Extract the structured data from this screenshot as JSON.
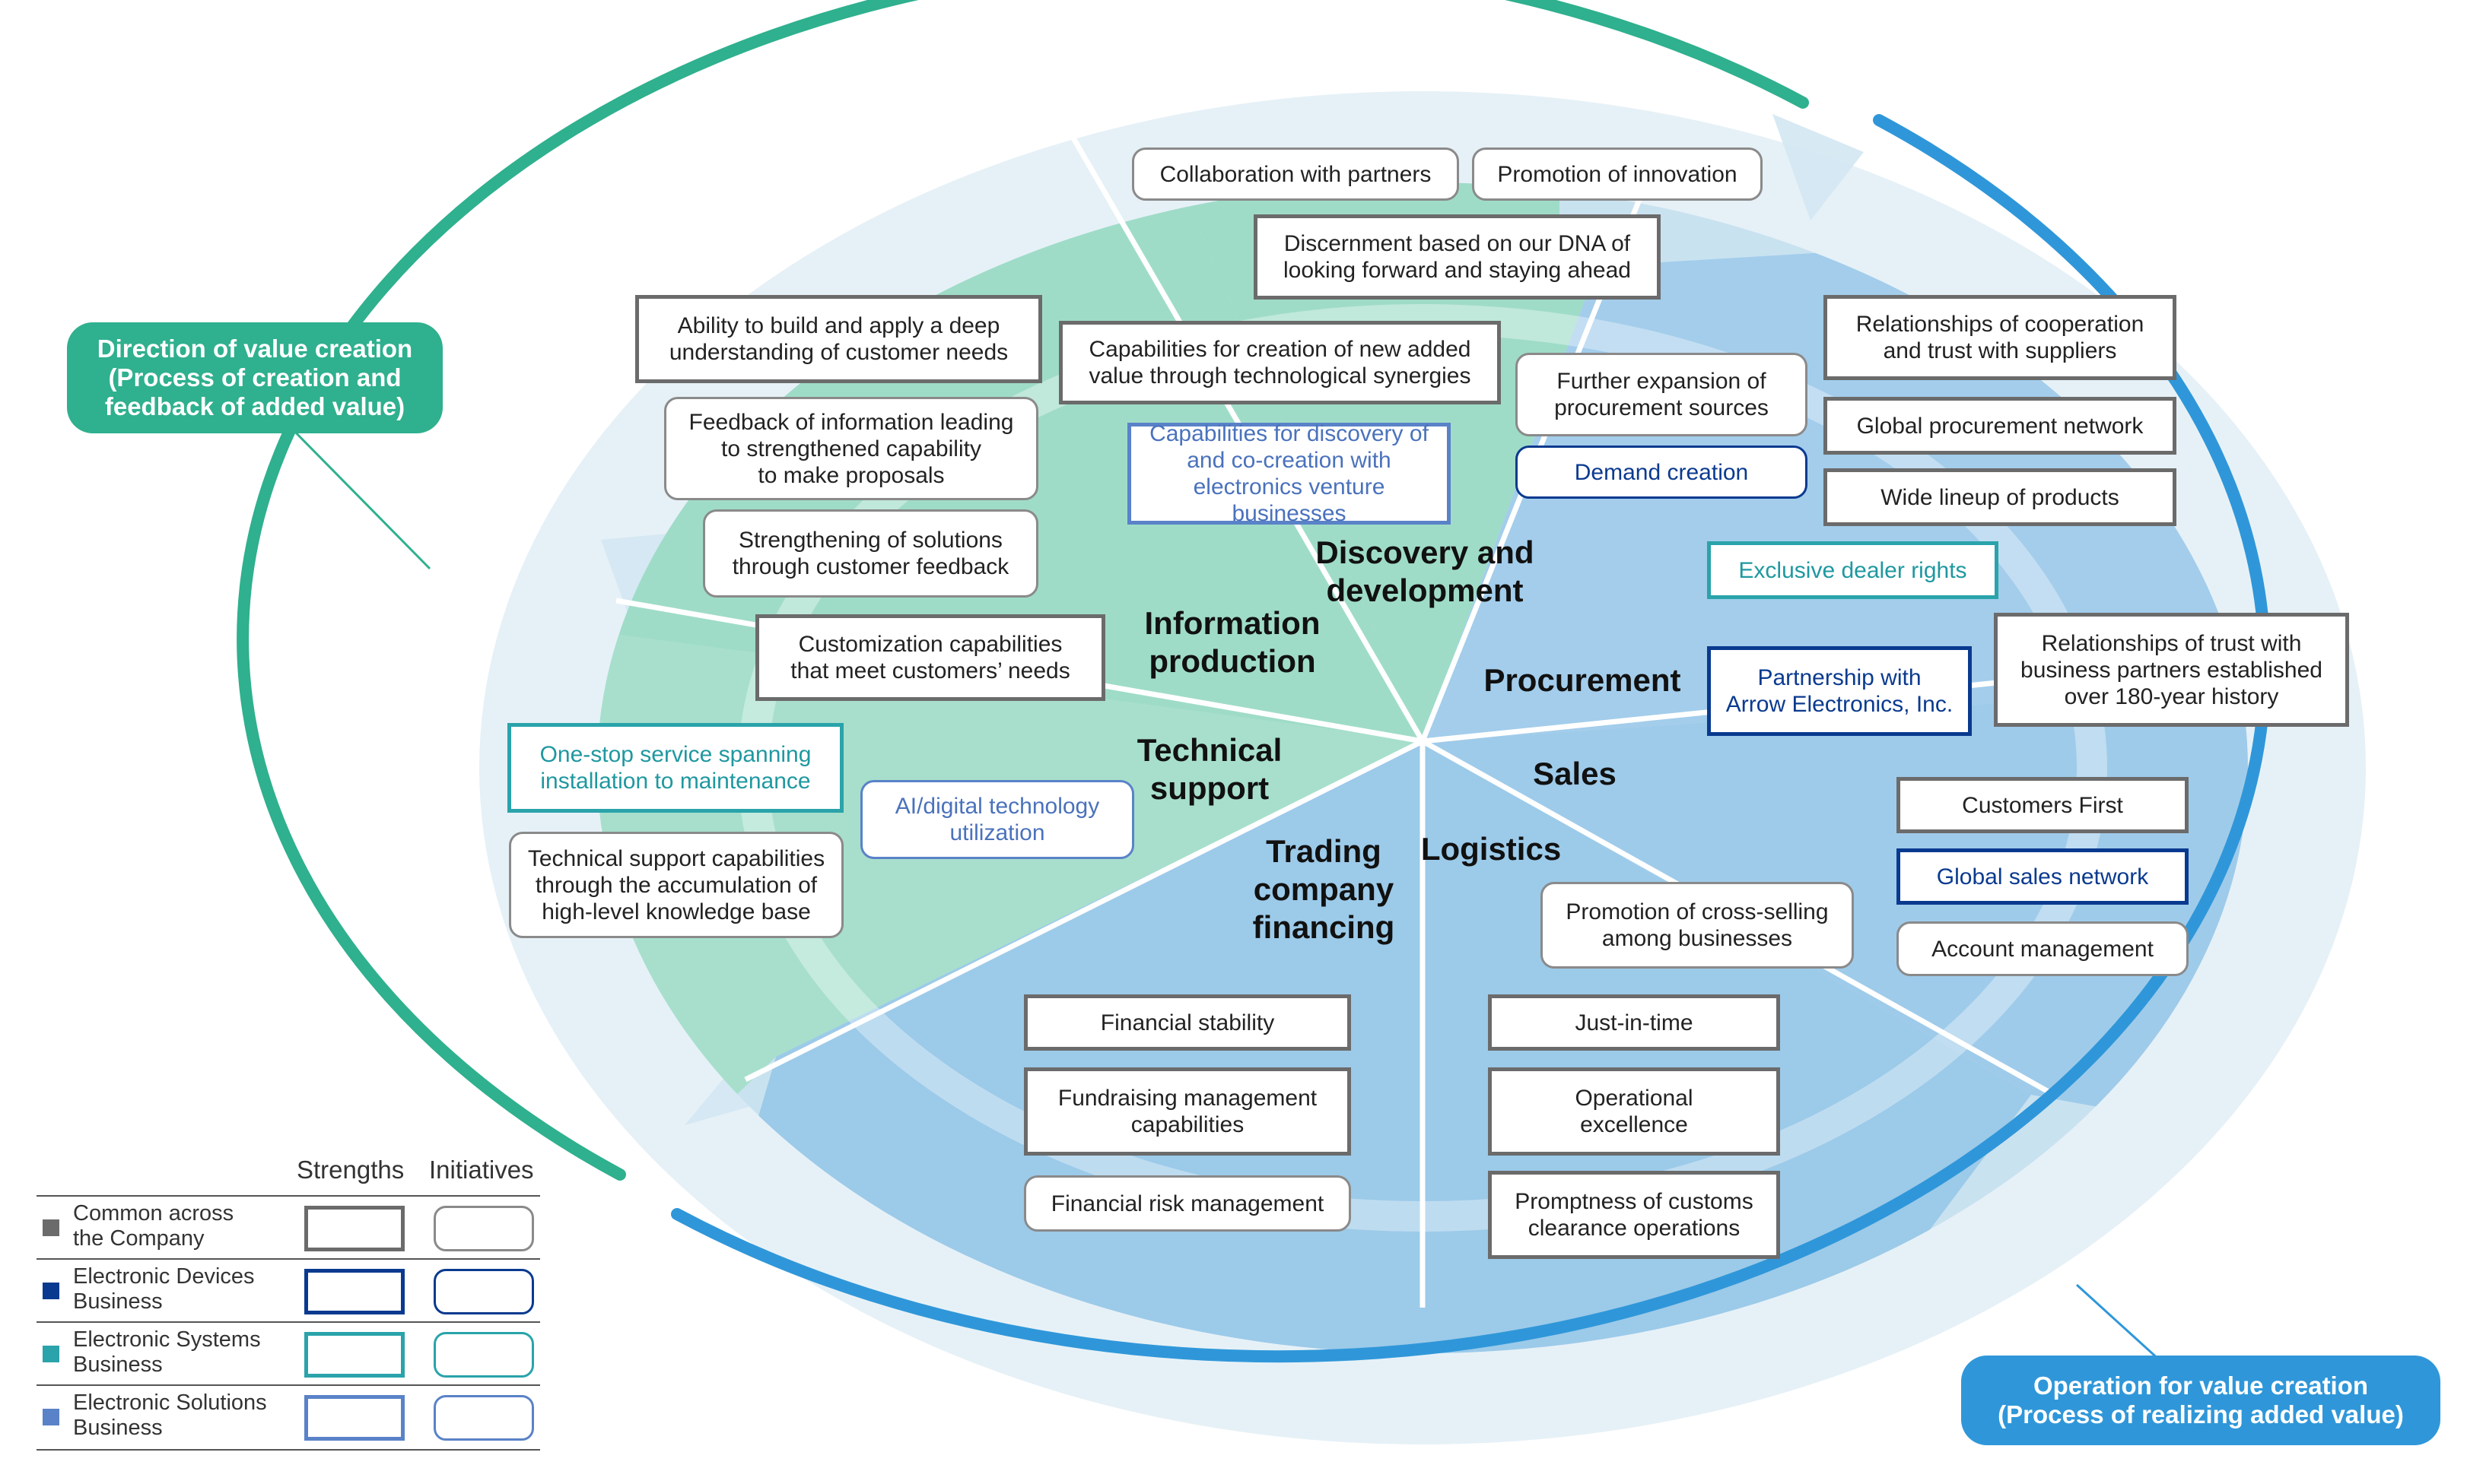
{
  "labels": {
    "direction": "Direction of value creation\n(Process of creation and\nfeedback of added value)",
    "operation": "Operation for value creation\n(Process of realizing added value)"
  },
  "sectors": {
    "discovery": "Discovery and\ndevelopment",
    "information": "Information\nproduction",
    "procurement": "Procurement",
    "technical": "Technical\nsupport",
    "sales": "Sales",
    "trading": "Trading\ncompany\nfinancing",
    "logistics": "Logistics"
  },
  "boxes": {
    "collaboration": "Collaboration with partners",
    "innovation": "Promotion of innovation",
    "discernment": "Discernment based on our DNA of\nlooking forward and staying ahead",
    "new_value": "Capabilities for creation of new added\nvalue through technological synergies",
    "venture": "Capabilities for discovery of\nand co-creation with\nelectronics venture businesses",
    "deep_understanding": "Ability to build and apply a deep\nunderstanding of customer needs",
    "feedback_info": "Feedback of information leading\nto strengthened capability\nto make proposals",
    "solutions": "Strengthening of solutions\nthrough customer feedback",
    "customization": "Customization capabilities\nthat meet customers’ needs",
    "further_expansion": "Further expansion of\nprocurement sources",
    "demand": "Demand creation",
    "rel_suppliers": "Relationships of cooperation\nand trust with suppliers",
    "global_procurement": "Global procurement network",
    "wide_lineup": "Wide lineup of products",
    "exclusive": "Exclusive dealer rights",
    "arrow": "Partnership with\nArrow Electronics, Inc.",
    "rel_partners": "Relationships of trust with\nbusiness partners established\nover 180-year history",
    "one_stop": "One-stop service spanning\ninstallation to maintenance",
    "ai": "AI/digital technology\nutilization",
    "tech_support": "Technical support capabilities\nthrough the accumulation of\nhigh-level knowledge base",
    "customers_first": "Customers First",
    "global_sales": "Global sales network",
    "account": "Account management",
    "cross_selling": "Promotion of cross-selling\namong businesses",
    "financial_stability": "Financial stability",
    "fundraising": "Fundraising management\ncapabilities",
    "financial_risk": "Financial risk management",
    "jit": "Just-in-time",
    "operational": "Operational\nexcellence",
    "customs": "Promptness of customs\nclearance operations"
  },
  "legend": {
    "strengths": "Strengths",
    "initiatives": "Initiatives",
    "rows": [
      {
        "label": "Common across\nthe Company",
        "color": "#6b6b6b"
      },
      {
        "label": "Electronic Devices\nBusiness",
        "color": "#0a3a8f"
      },
      {
        "label": "Electronic Systems\nBusiness",
        "color": "#2aa3aa"
      },
      {
        "label": "Electronic Solutions\nBusiness",
        "color": "#5a82c8"
      }
    ]
  },
  "colors": {
    "green": "#2fb08e",
    "blue": "#2f97d9",
    "teal_fill": "#95d9c4",
    "blue_fill": "#93c9ea"
  }
}
